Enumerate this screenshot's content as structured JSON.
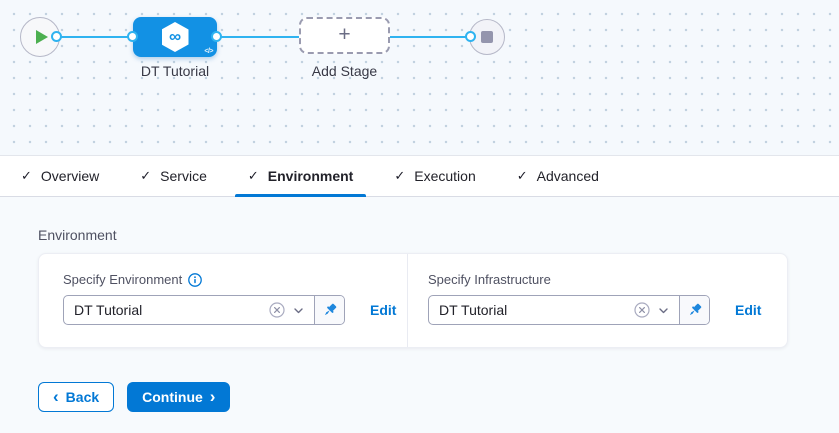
{
  "colors": {
    "accent": "#0278d5",
    "node_blue": "#1291e4",
    "link_blue": "#2fb3f0",
    "play_green": "#4caf50"
  },
  "icons": {
    "check": "✓",
    "plus": "+",
    "infinity": "∞",
    "code_badge": "</>",
    "chevron_left": "‹",
    "chevron_right": "›"
  },
  "canvas": {
    "stage_label": "DT Tutorial",
    "add_stage_label": "Add Stage"
  },
  "tabs": [
    {
      "label": "Overview"
    },
    {
      "label": "Service"
    },
    {
      "label": "Environment",
      "active": true
    },
    {
      "label": "Execution"
    },
    {
      "label": "Advanced"
    }
  ],
  "panel": {
    "section_title": "Environment",
    "environment": {
      "label": "Specify Environment",
      "value": "DT Tutorial",
      "edit": "Edit"
    },
    "infrastructure": {
      "label": "Specify Infrastructure",
      "value": "DT Tutorial",
      "edit": "Edit"
    },
    "back_label": "Back",
    "continue_label": "Continue"
  }
}
